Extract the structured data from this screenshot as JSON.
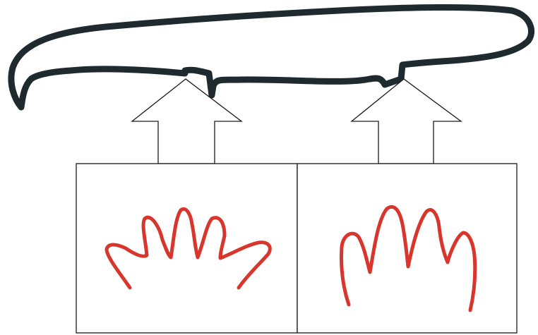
{
  "diagram": {
    "colors": {
      "background": "#ffffff",
      "body_outline": "#1f2a2e",
      "box_outline": "#1a1a1a",
      "hand_stroke": "#d8362d"
    },
    "elements": [
      "animal-body-outline-icon",
      "left-up-arrow-icon",
      "right-up-arrow-icon",
      "left-panel",
      "right-panel",
      "five-digit-hand-icon",
      "four-digit-hand-icon"
    ],
    "panels": [
      {
        "name": "left-panel",
        "icon": "five-digit-hand-icon",
        "digits": 5
      },
      {
        "name": "right-panel",
        "icon": "four-digit-hand-icon",
        "digits": 4
      }
    ]
  }
}
